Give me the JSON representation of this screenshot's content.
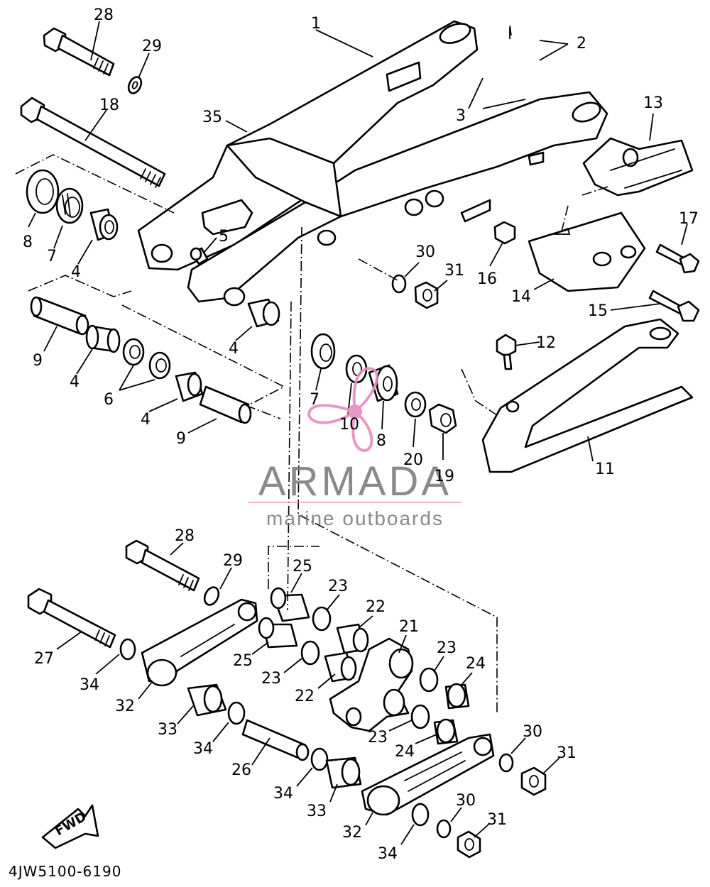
{
  "diagram": {
    "code": "4JW5100-6190",
    "fwd_label": "FWD",
    "callouts": [
      "1",
      "2",
      "3",
      "4",
      "5",
      "6",
      "7",
      "8",
      "9",
      "10",
      "11",
      "12",
      "13",
      "14",
      "15",
      "16",
      "17",
      "18",
      "19",
      "20",
      "21",
      "22",
      "23",
      "24",
      "25",
      "26",
      "27",
      "28",
      "29",
      "30",
      "31",
      "32",
      "33",
      "34",
      "35"
    ]
  },
  "watermark": {
    "brand": "ARMADA",
    "tagline": "marine outboards",
    "accent": "#e58fc0",
    "text_color": "#7e7e7e"
  }
}
